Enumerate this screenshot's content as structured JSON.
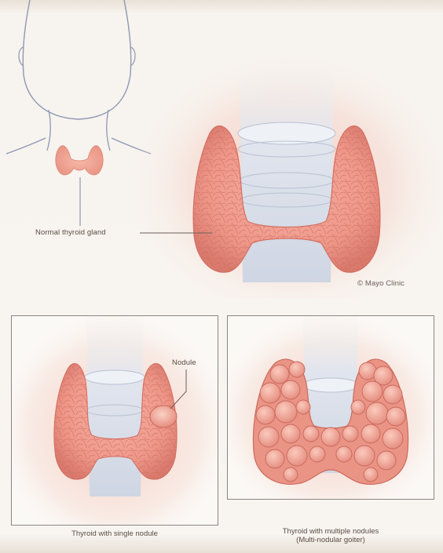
{
  "labels": {
    "normal_thyroid_gland": "Normal thyroid gland",
    "copyright": "© Mayo Clinic",
    "nodule": "Nodule",
    "caption_single_nodule": "Thyroid with single nodule",
    "caption_multiple_nodules_line1": "Thyroid with multiple nodules",
    "caption_multiple_nodules_line2": "(Multi-nodular goiter)"
  },
  "colors": {
    "gland_fill": "#f1a196",
    "gland_dark": "#d9776c",
    "cartilage": "#dfe4ec",
    "glow": "#f3c9bc",
    "panel_border": "#8a8581",
    "leader_line": "#6b5e58"
  }
}
